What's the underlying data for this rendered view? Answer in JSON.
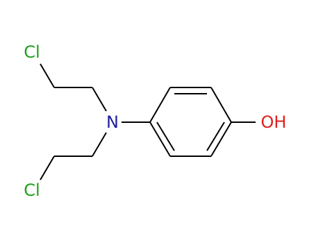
{
  "atoms": {
    "n": {
      "label": "N",
      "color": "#1f1f9e"
    },
    "oh": {
      "label": "OH",
      "color": "#e02020"
    },
    "cl_top": {
      "label": "Cl",
      "color": "#1fa01f"
    },
    "cl_bottom": {
      "label": "Cl",
      "color": "#1fa01f"
    }
  },
  "bond_color": "#000000"
}
